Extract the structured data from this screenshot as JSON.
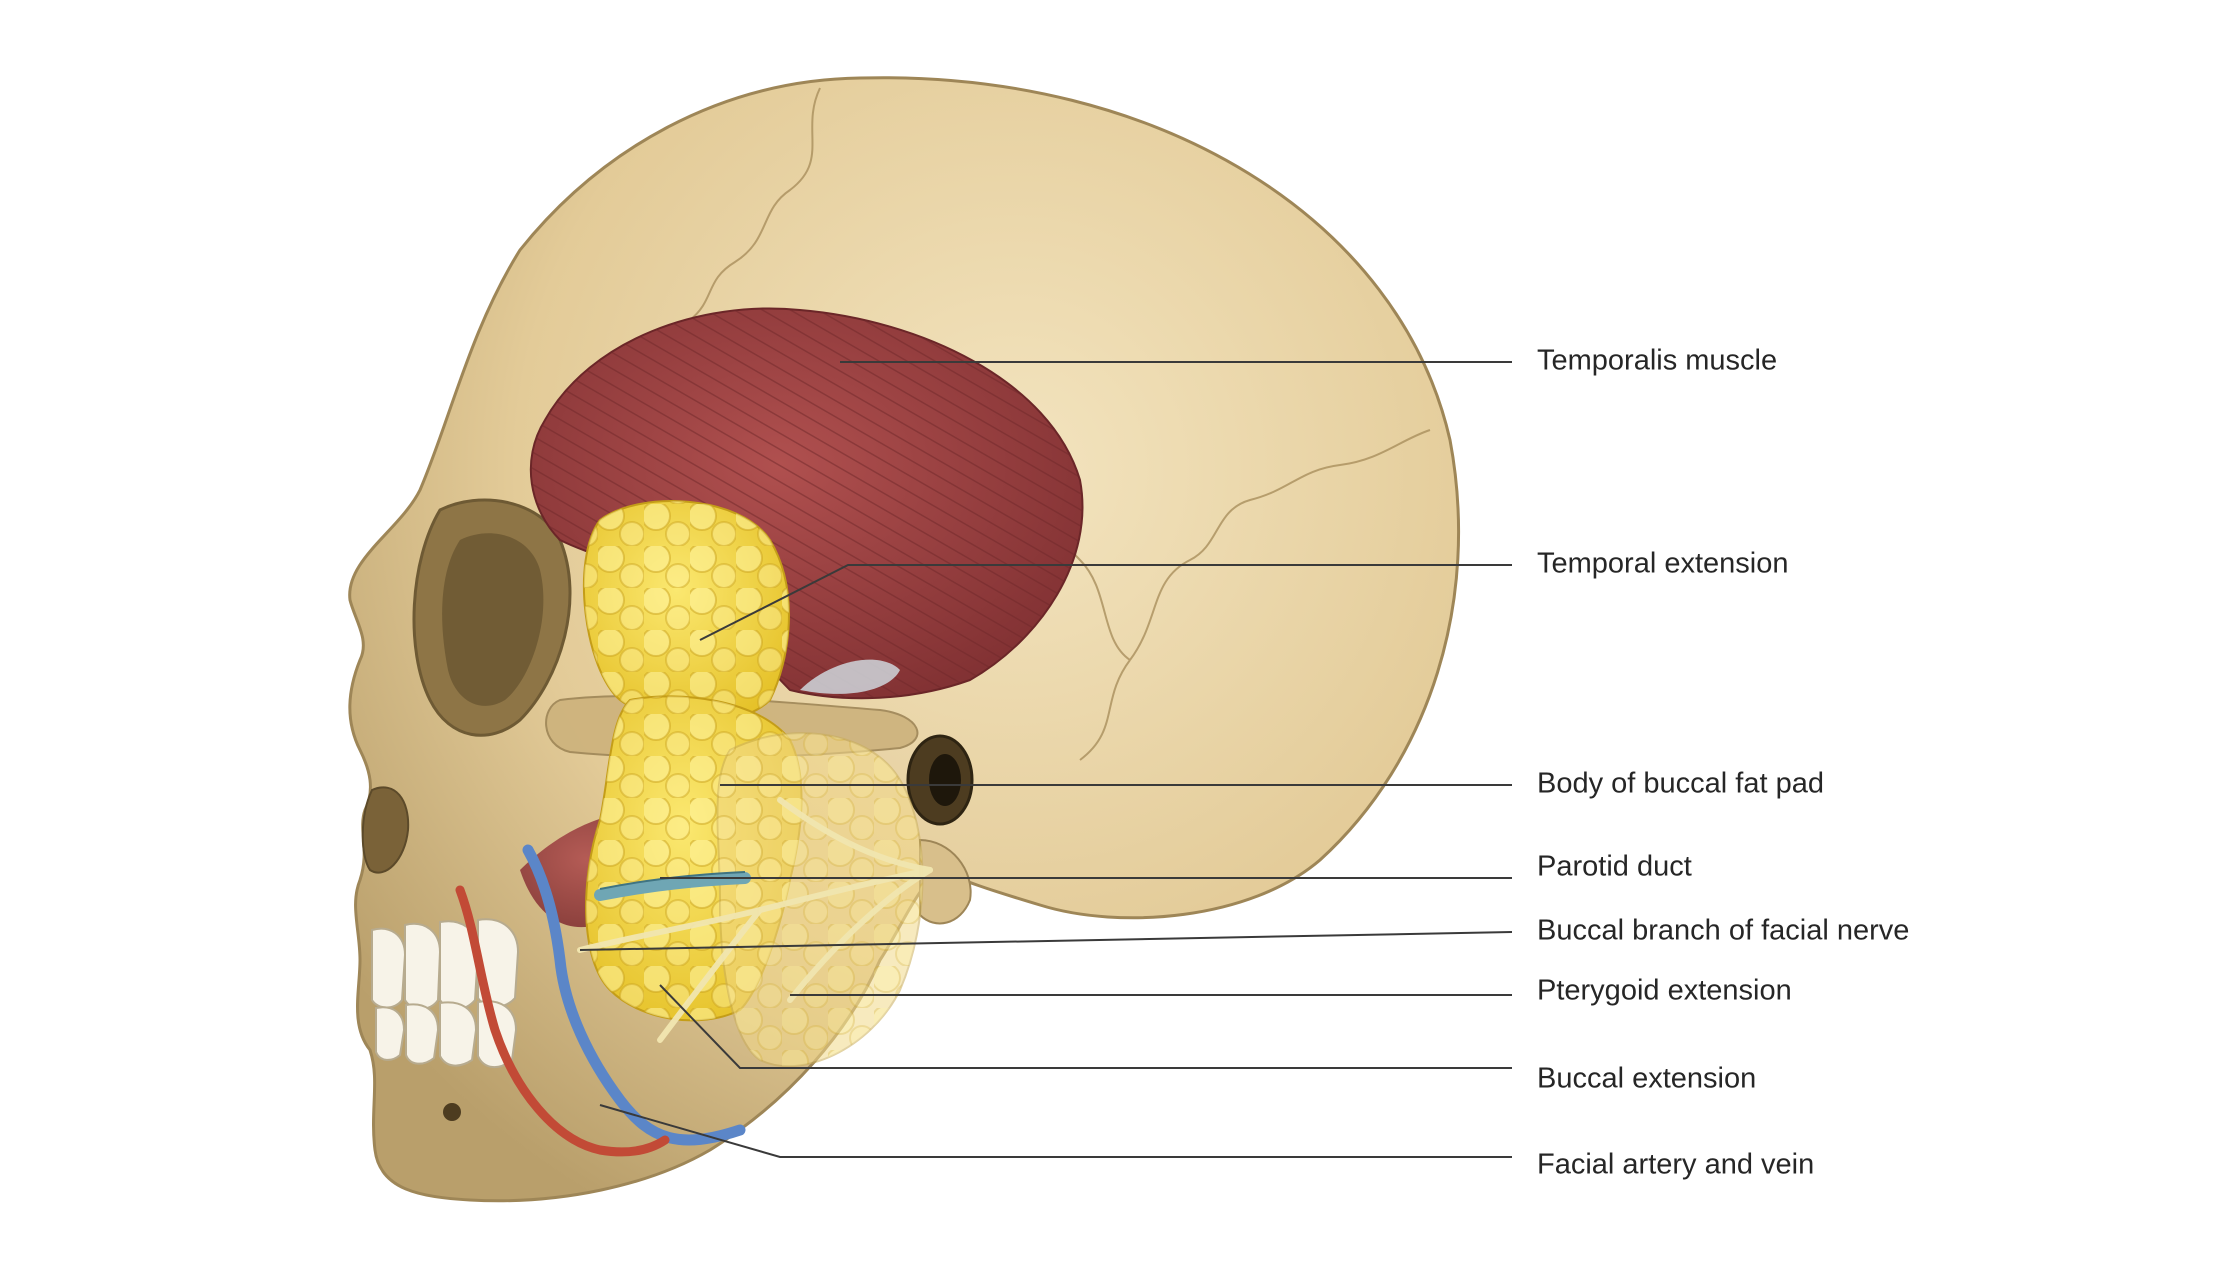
{
  "colors": {
    "bone": "#e7d2a4",
    "bone_shadow": "#b79e6c",
    "muscle": "#9b3f40",
    "fat": "#f2d63a",
    "artery": "#c24a36",
    "vein": "#5b86c8",
    "duct": "#6fa6b4"
  },
  "labels": [
    {
      "id": "temporalis-muscle",
      "text": "Temporalis muscle"
    },
    {
      "id": "temporal-extension",
      "text": "Temporal extension"
    },
    {
      "id": "body-of-buccal-fat-pad",
      "text": "Body of buccal fat pad"
    },
    {
      "id": "parotid-duct",
      "text": "Parotid duct"
    },
    {
      "id": "buccal-branch-of-facial-nerve",
      "text": "Buccal branch of facial nerve"
    },
    {
      "id": "pterygoid-extension",
      "text": "Pterygoid extension"
    },
    {
      "id": "buccal-extension",
      "text": "Buccal extension"
    },
    {
      "id": "facial-artery-and-vein",
      "text": "Facial artery and vein"
    }
  ]
}
